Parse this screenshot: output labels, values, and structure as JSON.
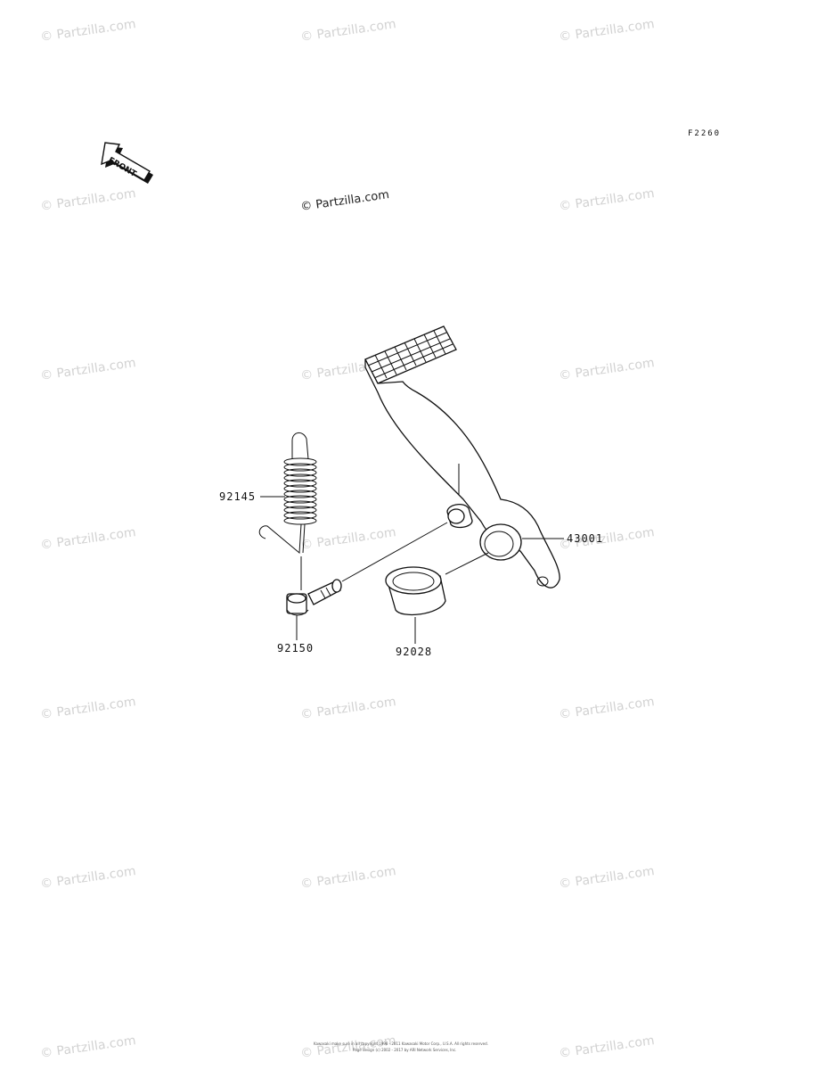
{
  "watermark": "© Partzilla.com",
  "diagram_code": "F2260",
  "front_label": "FRONT",
  "parts": [
    {
      "number": "92145",
      "name": "spring"
    },
    {
      "number": "43001",
      "name": "pedal"
    },
    {
      "number": "92150",
      "name": "bolt"
    },
    {
      "number": "92028",
      "name": "bushing"
    }
  ],
  "copyright_line1": "Kawasaki make sure in all copyright 1998 - 2011 Kawasaki Motor Corp., U.S.A. All rights reserved.",
  "copyright_line2": "Page design (c) 2002 - 2017 by ARI Network Services, Inc."
}
